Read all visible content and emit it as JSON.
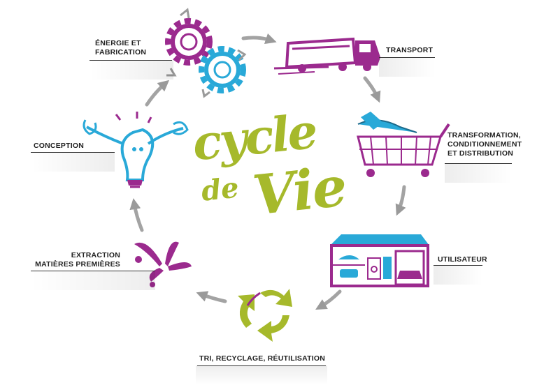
{
  "title": {
    "line1": "cycle",
    "line2": "de",
    "line3": "Vie"
  },
  "stages": {
    "energie": {
      "line1": "ÉNERGIE ET",
      "line2": "FABRICATION"
    },
    "transport": {
      "line1": "TRANSPORT"
    },
    "transformation": {
      "line1": "TRANSFORMATION,",
      "line2": "CONDITIONNEMENT",
      "line3": "ET DISTRIBUTION"
    },
    "utilisateur": {
      "line1": "UTILISATEUR"
    },
    "tri": {
      "line1": "TRI, RECYCLAGE, RÉUTILISATION"
    },
    "extraction": {
      "line1": "EXTRACTION",
      "line2": "MATIÈRES PREMIÈRES"
    },
    "conception": {
      "line1": "CONCEPTION"
    }
  },
  "icons": [
    "gears-icon",
    "truck-icon",
    "shopping-cart-icon",
    "house-icon",
    "recycle-icon",
    "splash-icon",
    "lightbulb-icon",
    "cycle-arrow-icon"
  ],
  "colors": {
    "purple": "#9b2a8e",
    "blue": "#29a9d8",
    "green": "#a6b92b",
    "arrow": "#9a9a9a",
    "text": "#222222"
  }
}
